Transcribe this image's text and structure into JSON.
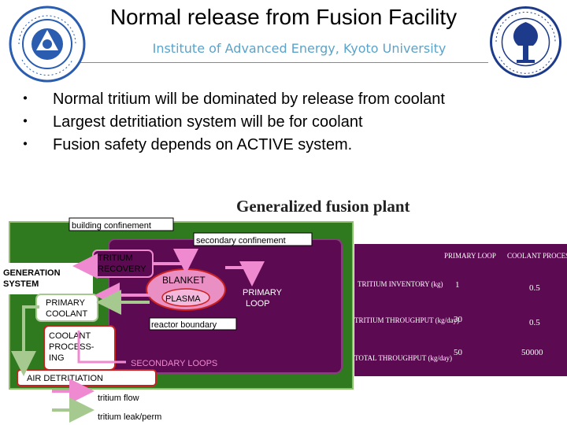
{
  "header": {
    "title": "Normal release from Fusion Facility",
    "subtitle": "Institute of Advanced Energy, Kyoto University"
  },
  "bullets": [
    "Normal tritium will be dominated by release from coolant",
    "Largest detritiation system will be for coolant",
    "Fusion safety depends on ACTIVE system."
  ],
  "bullet_marker": "・",
  "diagram": {
    "title": "Generalized fusion plant",
    "building_confinement": "building confinement",
    "secondary_confinement": "secondary confinement",
    "tritium_recovery": [
      "TRITIUM",
      "RECOVERY"
    ],
    "generation_system": [
      "GENERATION",
      "SYSTEM"
    ],
    "blanket": "BLANKET",
    "plasma": "PLASMA",
    "primary_loop": [
      "PRIMARY",
      "LOOP"
    ],
    "primary_coolant": [
      "PRIMARY",
      "COOLANT"
    ],
    "reactor_boundary": "reactor boundary",
    "coolant_processing": [
      "COOLANT",
      "PROCESS-",
      "ING"
    ],
    "secondary_loops": "SECONDARY LOOPS",
    "air_detritiation": "AIR DETRITIATION",
    "colors": {
      "building": "#2f7a1f",
      "secondary": "#5c0b52",
      "plasma": "#e98fc3",
      "flow_arrow": "#f08ad0",
      "leak_arrow": "#a5c98e",
      "red_border": "#cc1f1f"
    }
  },
  "legend": {
    "flow": "tritium flow",
    "leak": "tritium leak/perm"
  },
  "table": {
    "columns": [
      "PRIMARY LOOP",
      "COOLANT PROCESS"
    ],
    "rows": [
      {
        "label": "TRITIUM INVENTORY (kg)",
        "values": [
          "1",
          "0.5"
        ]
      },
      {
        "label": "TRITIUM THROUGHPUT (kg/day)",
        "values": [
          "30",
          "0.5"
        ]
      },
      {
        "label": "TOTAL THROUGHPUT (kg/day)",
        "values": [
          "50",
          "50000"
        ]
      }
    ]
  }
}
